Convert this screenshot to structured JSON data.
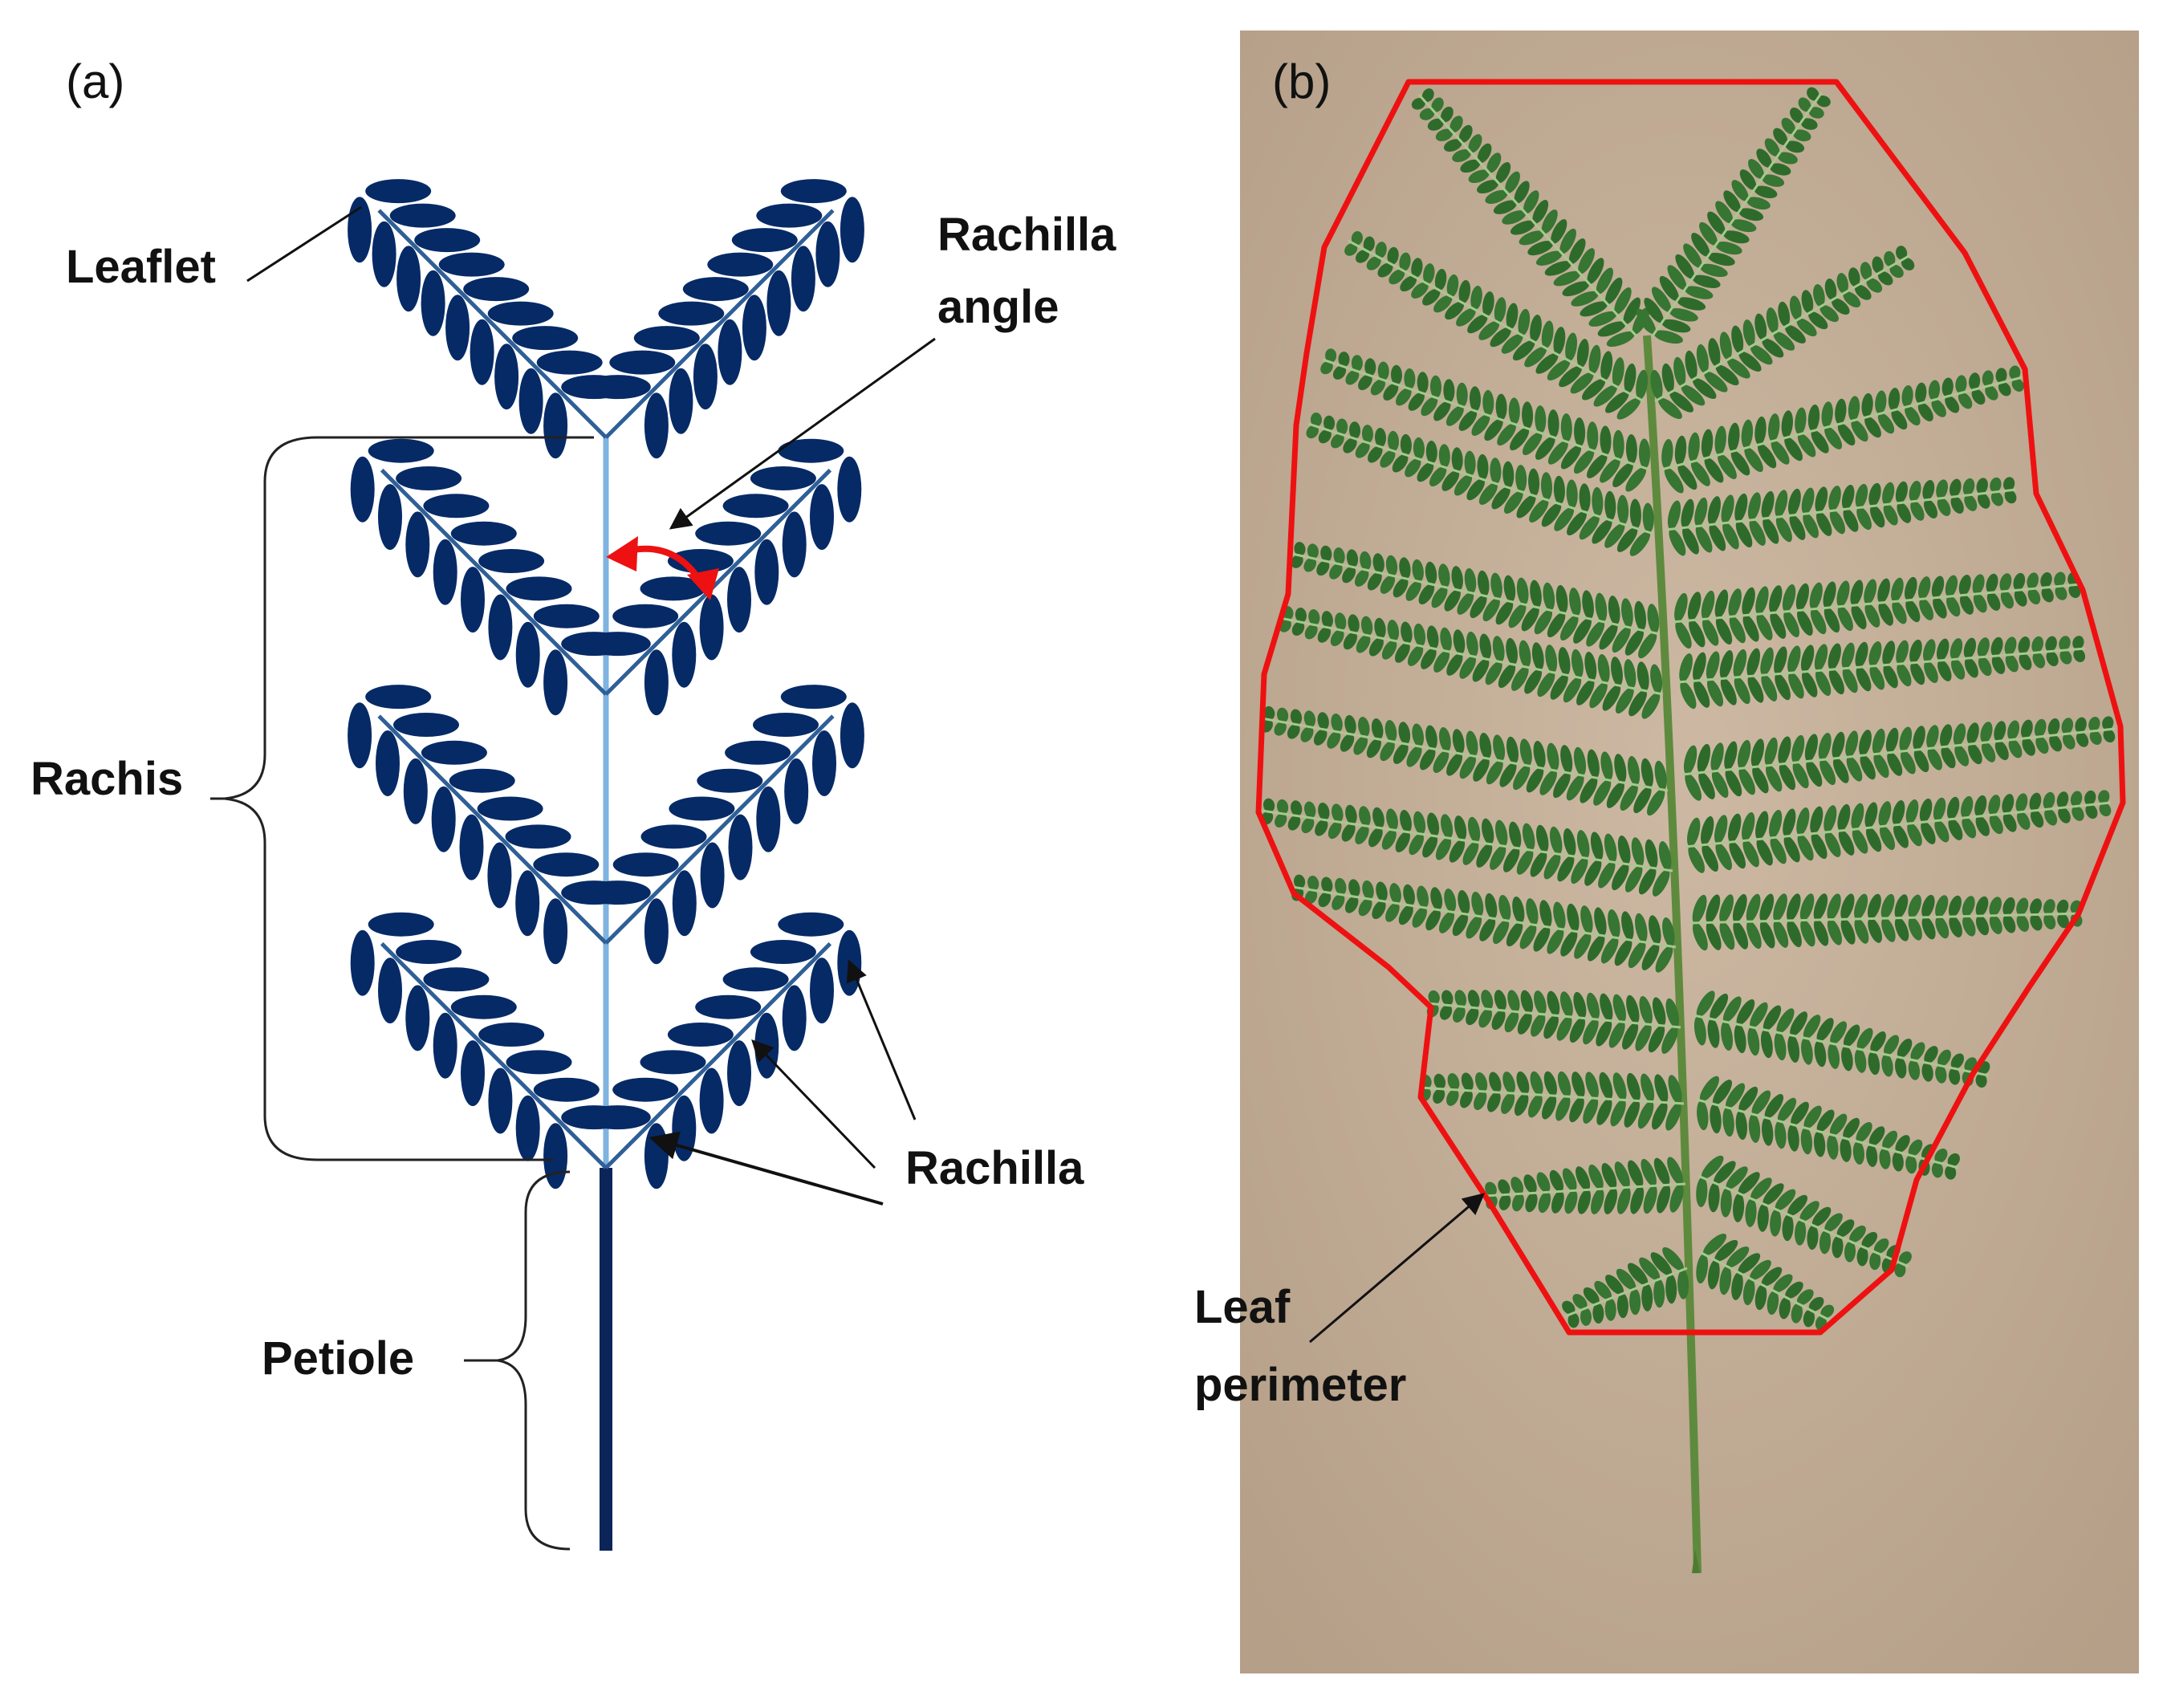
{
  "panel_a": {
    "tag": "(a)",
    "labels": {
      "leaflet": "Leaflet",
      "rachilla_angle_1": "Rachilla",
      "rachilla_angle_2": "angle",
      "rachis": "Rachis",
      "rachilla": "Rachilla",
      "petiole": "Petiole"
    }
  },
  "panel_b": {
    "tag": "(b)",
    "labels": {
      "leaf_perimeter_1": "Leaf",
      "leaf_perimeter_2": "perimeter"
    }
  },
  "colors": {
    "leaflet": "#062a66",
    "rachilla": "#2f5f97",
    "rachis": "#7fb3e0",
    "petiole": "#0b2558",
    "angle_arrow": "#ee1111",
    "perimeter": "#ee1111",
    "photo_background": "#c2ad96",
    "leaf_green": "#2f6a2a"
  }
}
